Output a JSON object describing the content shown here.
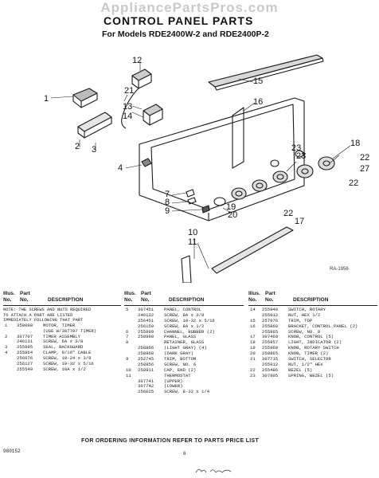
{
  "watermark": "AppliancePartsPros.com",
  "title": "CONTROL PANEL PARTS",
  "subtitle": "For Models RDE2400W-2 and RDE2400P-2",
  "diagram": {
    "callouts": [
      "12",
      "1",
      "21",
      "13",
      "14",
      "15",
      "16",
      "2",
      "3",
      "4",
      "7",
      "8",
      "9",
      "10",
      "11",
      "18",
      "23",
      "22",
      "27",
      "23",
      "22",
      "19",
      "20",
      "22",
      "17"
    ],
    "code": "RA-1956"
  },
  "table_headers": {
    "illus": "Illus.",
    "part": "Part",
    "no": "No.",
    "part_no": "No.",
    "description": "DESCRIPTION"
  },
  "note": "NOTE: THE SCREWS AND NUTS REQUIRED\nTO ATTACH A PART ARE LISTED\nIMMEDIATELY FOLLOWING THAT PART",
  "parts_col1": [
    {
      "illus": "1",
      "part": "358098",
      "desc": "MOTOR, TIMER"
    },
    {
      "illus": "",
      "part": "",
      "desc": "(USE W/307707 TIMER)"
    },
    {
      "illus": "2",
      "part": "307707",
      "desc": "TIMER ASSEMBLY"
    },
    {
      "illus": "",
      "part": "246131",
      "desc": "SCREW, 6A x 3/8"
    },
    {
      "illus": "3",
      "part": "255895",
      "desc": "SEAL, BACKGUARD"
    },
    {
      "illus": "4",
      "part": "255864",
      "desc": "CLAMP, 9/16\" CABLE"
    },
    {
      "illus": "",
      "part": "256076",
      "desc": "SCREW, 10-24 x 3/8"
    },
    {
      "illus": "",
      "part": "256127",
      "desc": "SCREW, 10-32 x 5/16"
    },
    {
      "illus": "",
      "part": "255549",
      "desc": "SCREW, 10A x 1/2"
    }
  ],
  "parts_col2": [
    {
      "illus": "5",
      "part": "307451",
      "desc": "PANEL, CONTROL"
    },
    {
      "illus": "",
      "part": "246132",
      "desc": "SCREW, 8A x 3/8"
    },
    {
      "illus": "",
      "part": "256451",
      "desc": "SCREW, 10-32 x 5/16"
    },
    {
      "illus": "",
      "part": "256159",
      "desc": "SCREW, 8A x 1/2"
    },
    {
      "illus": "6",
      "part": "255899",
      "desc": "CHANNEL, RUBBER (2)"
    },
    {
      "illus": "7",
      "part": "258990",
      "desc": "PANEL, GLASS"
    },
    {
      "illus": "8",
      "part": "",
      "desc": "RETAINER, GLASS"
    },
    {
      "illus": "",
      "part": "258866",
      "desc": "(LIGHT GRAY) (4)"
    },
    {
      "illus": "",
      "part": "258868",
      "desc": "(DARK GRAY)"
    },
    {
      "illus": "9",
      "part": "252745",
      "desc": "TRIM, BOTTOM"
    },
    {
      "illus": "",
      "part": "258856",
      "desc": "SCREW, NO. 6"
    },
    {
      "illus": "10",
      "part": "258911",
      "desc": "CAP, END (2)"
    },
    {
      "illus": "11",
      "part": "",
      "desc": "THERMOSTAT"
    },
    {
      "illus": "",
      "part": "307741",
      "desc": "(UPPER)"
    },
    {
      "illus": "",
      "part": "307742",
      "desc": "(LOWER)"
    },
    {
      "illus": "",
      "part": "256025",
      "desc": "SCREW, 8-32 x 1/4"
    }
  ],
  "parts_col3": [
    {
      "illus": "14",
      "part": "255949",
      "desc": "SWITCH, ROTARY"
    },
    {
      "illus": "",
      "part": "255912",
      "desc": "NUT, HEX 1/2"
    },
    {
      "illus": "15",
      "part": "257976",
      "desc": "TRIM, TOP"
    },
    {
      "illus": "16",
      "part": "255860",
      "desc": "BRACKET, CONTROL PANEL (2)"
    },
    {
      "illus": "",
      "part": "255865",
      "desc": "SCREW, NO. 8"
    },
    {
      "illus": "17",
      "part": "307460",
      "desc": "KNOB, CONTROL (5)"
    },
    {
      "illus": "18",
      "part": "255957",
      "desc": "LIGHT, INDICATOR (2)"
    },
    {
      "illus": "19",
      "part": "255960",
      "desc": "KNOB, ROTARY SWITCH"
    },
    {
      "illus": "20",
      "part": "258865",
      "desc": "KNOB, TIMER (2)"
    },
    {
      "illus": "21",
      "part": "307715",
      "desc": "SWITCH, SELECTOR"
    },
    {
      "illus": "",
      "part": "255912",
      "desc": "NUT, 1/2\" HEX"
    },
    {
      "illus": "22",
      "part": "255486",
      "desc": "BEZEL (5)"
    },
    {
      "illus": "23",
      "part": "307805",
      "desc": "SPRING, BEZEL (5)"
    }
  ],
  "footer": {
    "ordering_info": "FOR ORDERING INFORMATION REFER TO PARTS PRICE LIST",
    "doc_code": "980152",
    "page": "6"
  }
}
